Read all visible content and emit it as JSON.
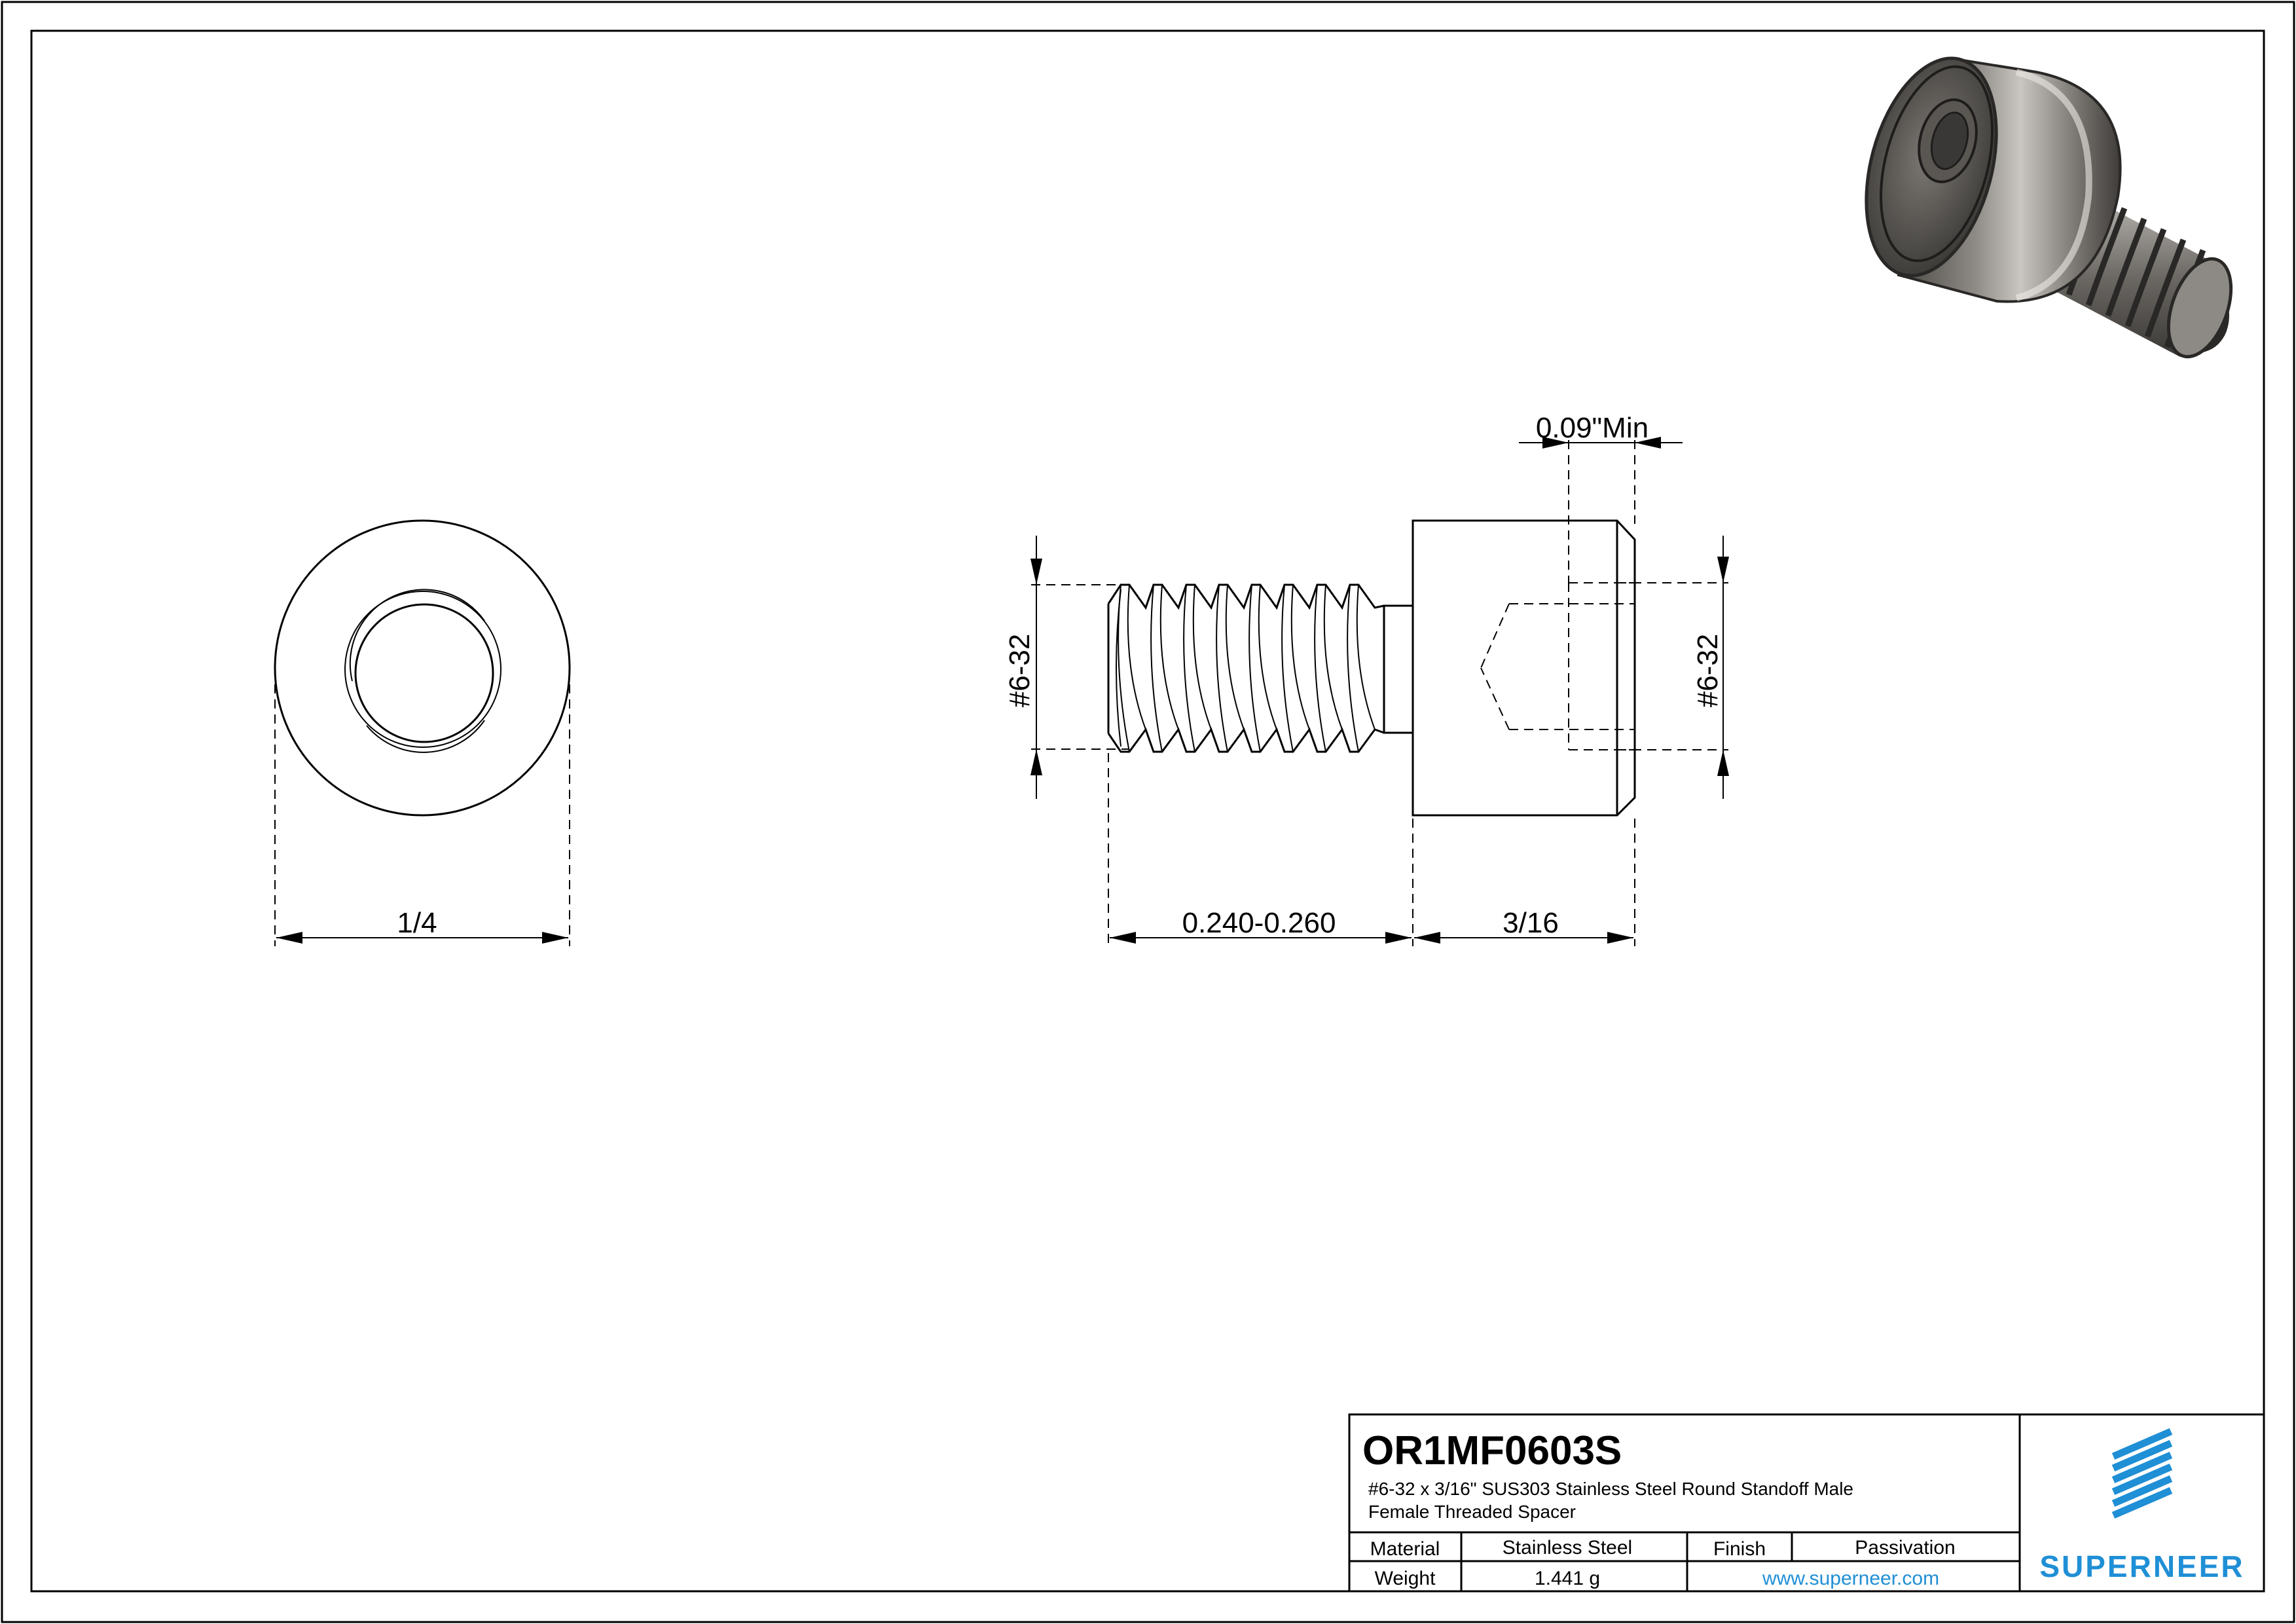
{
  "title_block": {
    "part_number": "OR1MF0603S",
    "description_line1": "#6-32 x 3/16\" SUS303 Stainless Steel Round Standoff Male",
    "description_line2": "Female Threaded Spacer",
    "material_label": "Material",
    "material_value": "Stainless Steel",
    "finish_label": "Finish",
    "finish_value": "Passivation",
    "weight_label": "Weight",
    "weight_value": "1.441 g",
    "website": "www.superneer.com",
    "brand": "SUPERNEER",
    "brand_color": "#1f8fd6"
  },
  "dimensions": {
    "outer_diameter": "1/4",
    "thread_length": "0.240-0.260",
    "body_length": "3/16",
    "male_thread": "#6-32",
    "female_thread": "#6-32",
    "min_depth": "0.09\"Min"
  },
  "views": [
    "end-view",
    "side-view",
    "isometric-render"
  ]
}
